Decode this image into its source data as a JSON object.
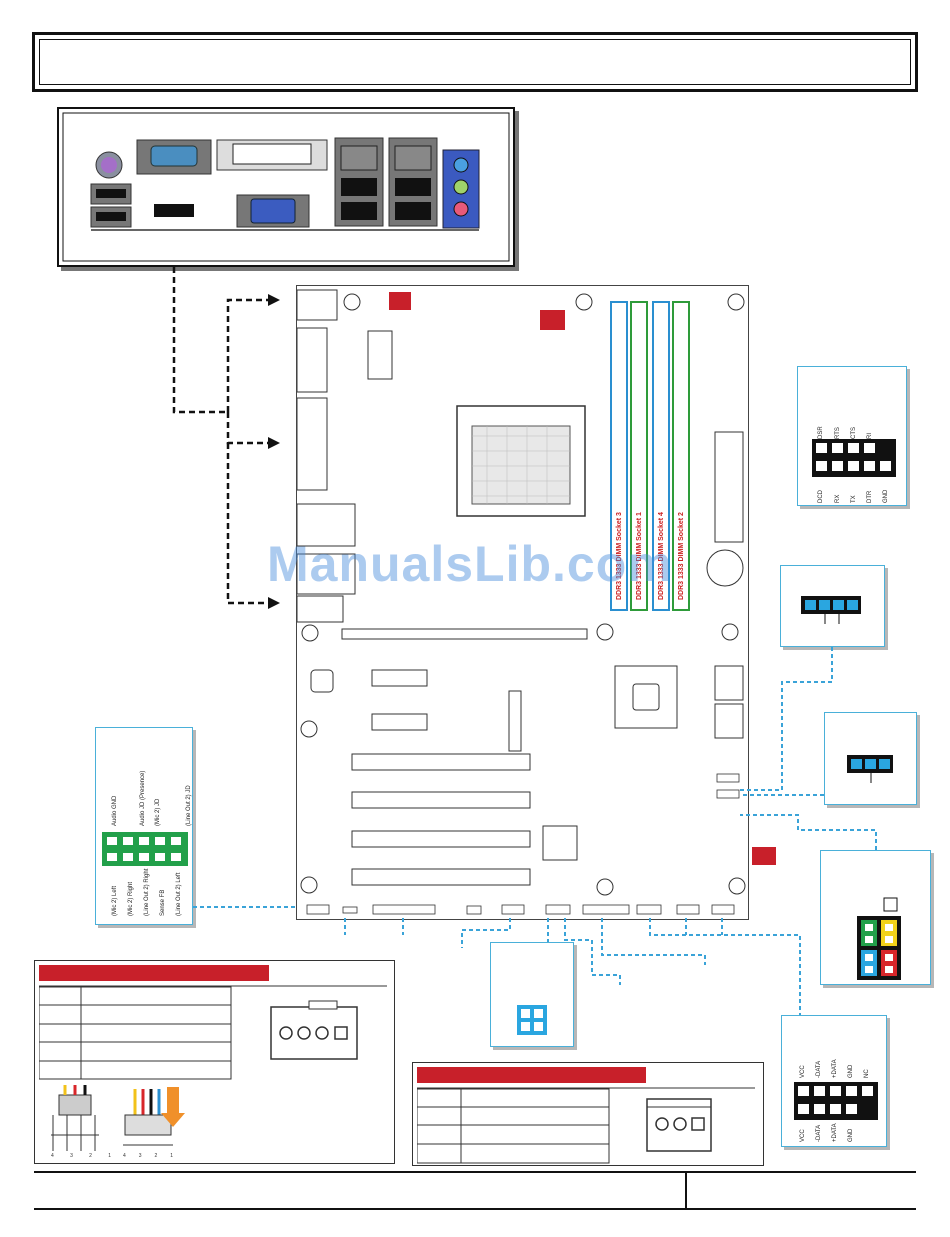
{
  "header": {
    "title": ""
  },
  "dimm_slots": [
    {
      "label": "DDR3 1333 DIMM  Socket 3",
      "color": "#2a8fd0"
    },
    {
      "label": "DDR3 1333 DIMM  Socket 1",
      "color": "#2e9b3a"
    },
    {
      "label": "DDR3 1333 DIMM  Socket 4",
      "color": "#2a8fd0"
    },
    {
      "label": "DDR3 1333 DIMM  Socket 2",
      "color": "#2e9b3a"
    }
  ],
  "watermark": "ManualsLib.com",
  "com_header": {
    "top_labels": [
      "DSR",
      "RTS",
      "CTS",
      "RI"
    ],
    "bottom_labels": [
      "DCD",
      "RX",
      "TX",
      "DTR",
      "GND"
    ]
  },
  "audio_header": {
    "top_labels": [
      "Audio GND",
      "Audio JD (Presence)",
      "(Mic 2) JD",
      "(Line Out 2) JD"
    ],
    "bottom_labels": [
      "(Mic 2) Left",
      "(Mic 2) Right",
      "(Line Out 2) Right",
      "Sense FB",
      "(Line Out 2) Left"
    ]
  },
  "usb_header": {
    "top_labels": [
      "VCC",
      "-DATA",
      "+DATA",
      "GND",
      "NC"
    ],
    "bottom_labels": [
      "VCC",
      "-DATA",
      "+DATA",
      "GND"
    ]
  },
  "fan_pin_numbers": [
    "4",
    "3",
    "2",
    "1"
  ],
  "colors": {
    "accent": "#c8202a",
    "header_blue": "#2aa6e0",
    "audio_green": "#22a04a",
    "link_blue": "#3aa3d8"
  }
}
